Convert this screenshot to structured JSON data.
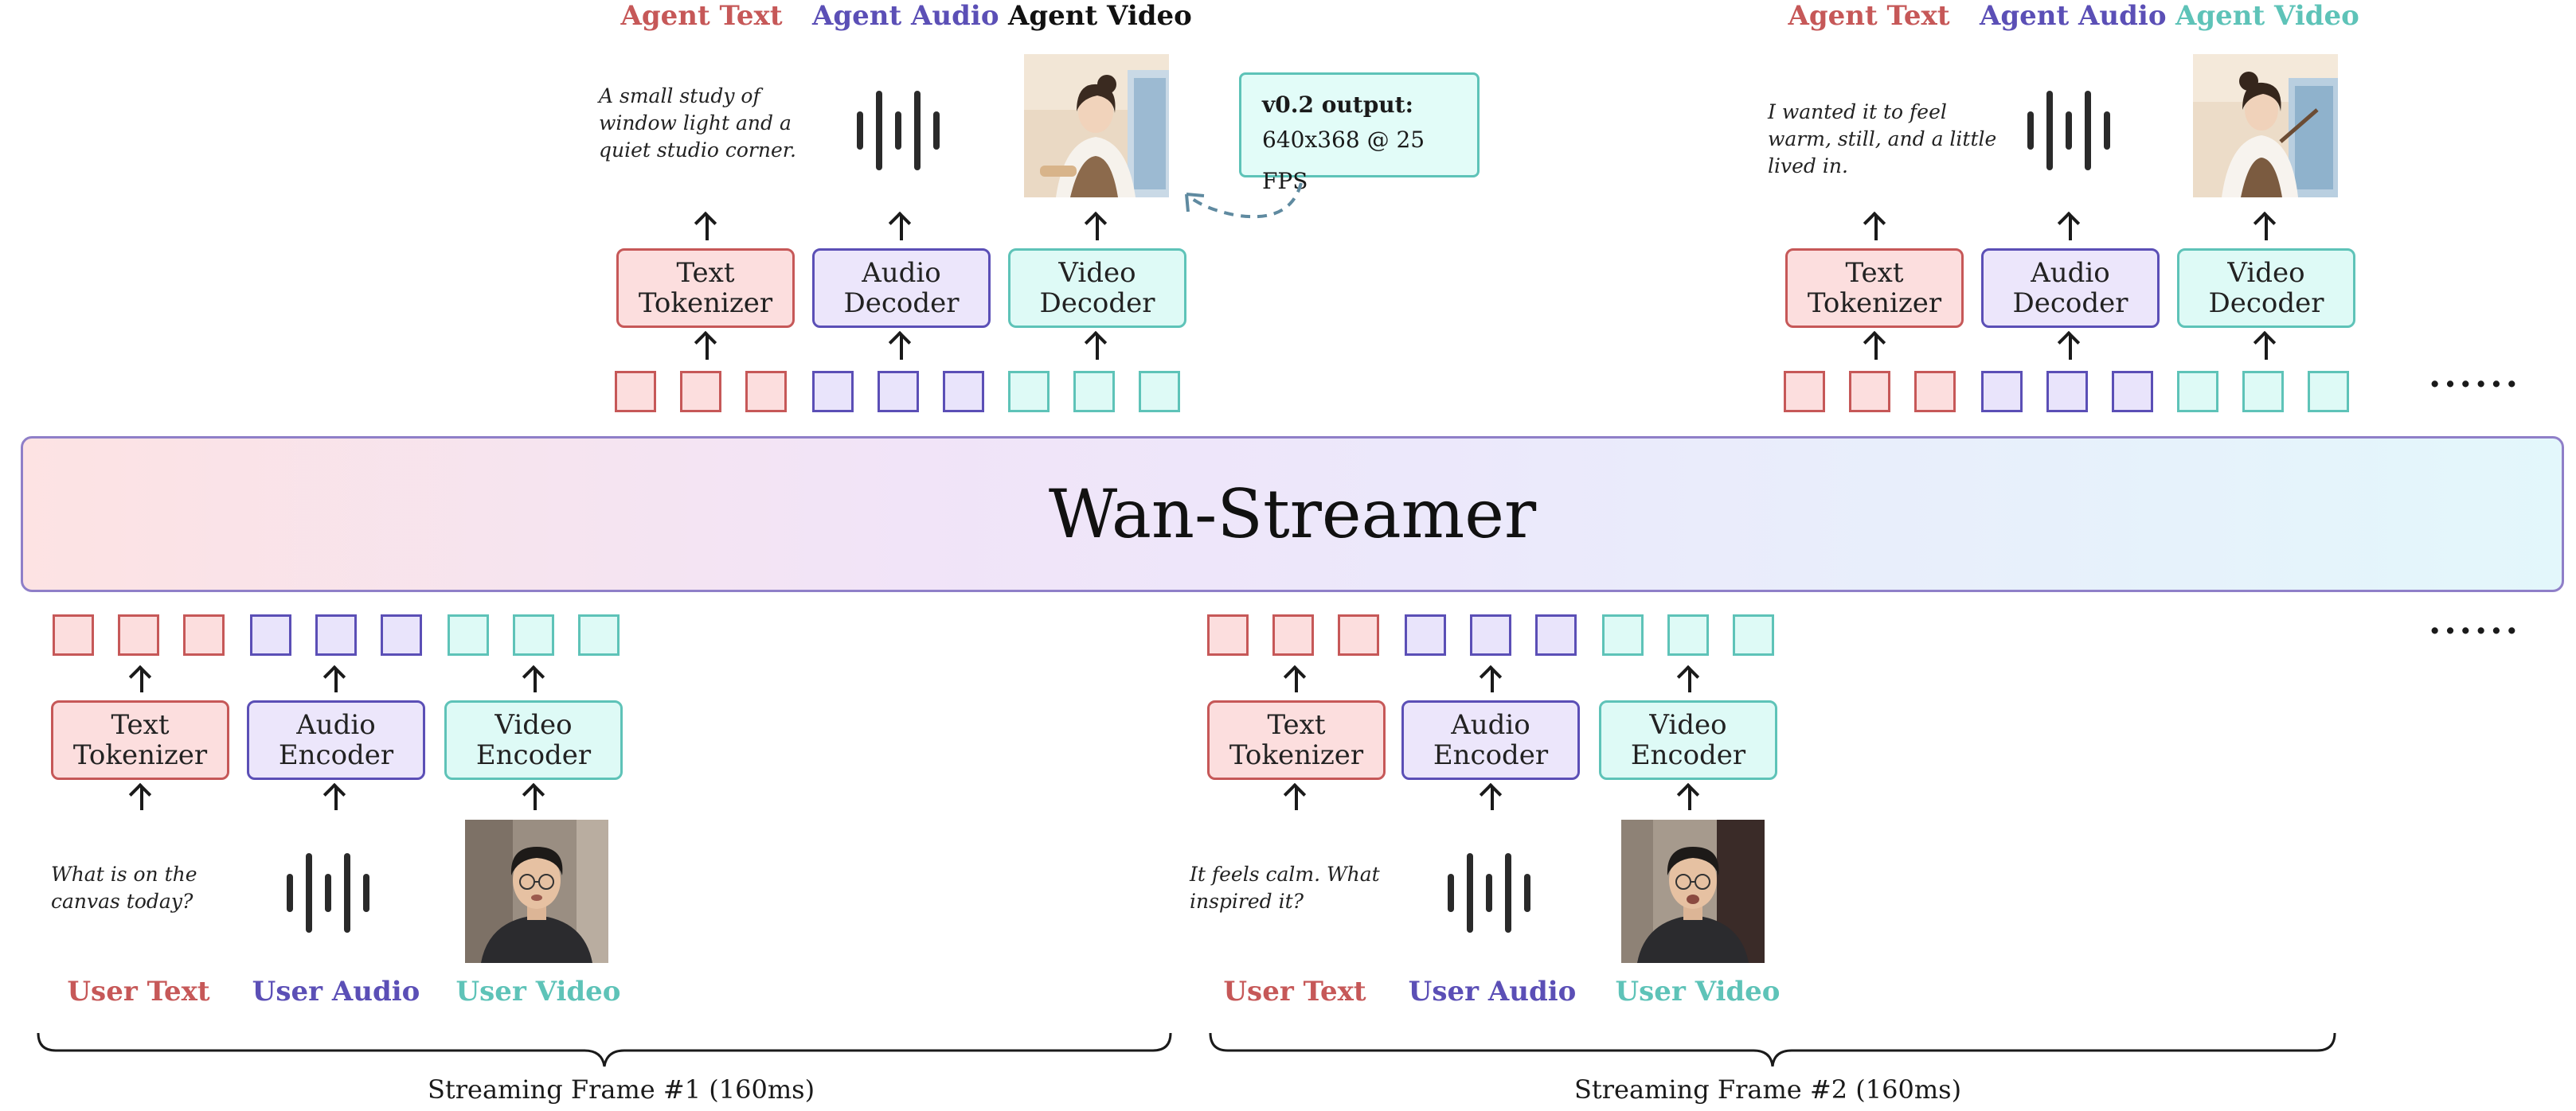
{
  "main": {
    "title": "Wan-Streamer"
  },
  "agent_frame_1": {
    "labels": {
      "text": "Agent Text",
      "audio": "Agent Audio",
      "video": "Agent Video"
    },
    "quote": "A small study of window light and a quiet studio corner.",
    "modules": {
      "text": "Text\nTokenizer",
      "audio": "Audio\nDecoder",
      "video": "Video\nDecoder"
    }
  },
  "agent_frame_2": {
    "labels": {
      "text": "Agent Text",
      "audio": "Agent Audio",
      "video": "Agent Video"
    },
    "quote": "I wanted it to feel warm, still, and a little lived in.",
    "modules": {
      "text": "Text\nTokenizer",
      "audio": "Audio\nDecoder",
      "video": "Video\nDecoder"
    }
  },
  "callout": {
    "heading": "v0.2 output:",
    "value": "640x368 @ 25 FPS"
  },
  "user_frame_1": {
    "labels": {
      "text": "User Text",
      "audio": "User Audio",
      "video": "User Video"
    },
    "quote": "What is on the canvas today?",
    "modules": {
      "text": "Text\nTokenizer",
      "audio": "Audio\nEncoder",
      "video": "Video\nEncoder"
    },
    "caption": "Streaming Frame #1 (160ms)"
  },
  "user_frame_2": {
    "labels": {
      "text": "User Text",
      "audio": "User Audio",
      "video": "User Video"
    },
    "quote": "It feels calm. What inspired it?",
    "modules": {
      "text": "Text\nTokenizer",
      "audio": "Audio\nEncoder",
      "video": "Video\nEncoder"
    },
    "caption": "Streaming Frame #2 (160ms)"
  },
  "ellipsis": "......",
  "colors": {
    "text": "#c65858",
    "audio": "#5b4fb6",
    "video": "#5ec3b8"
  }
}
